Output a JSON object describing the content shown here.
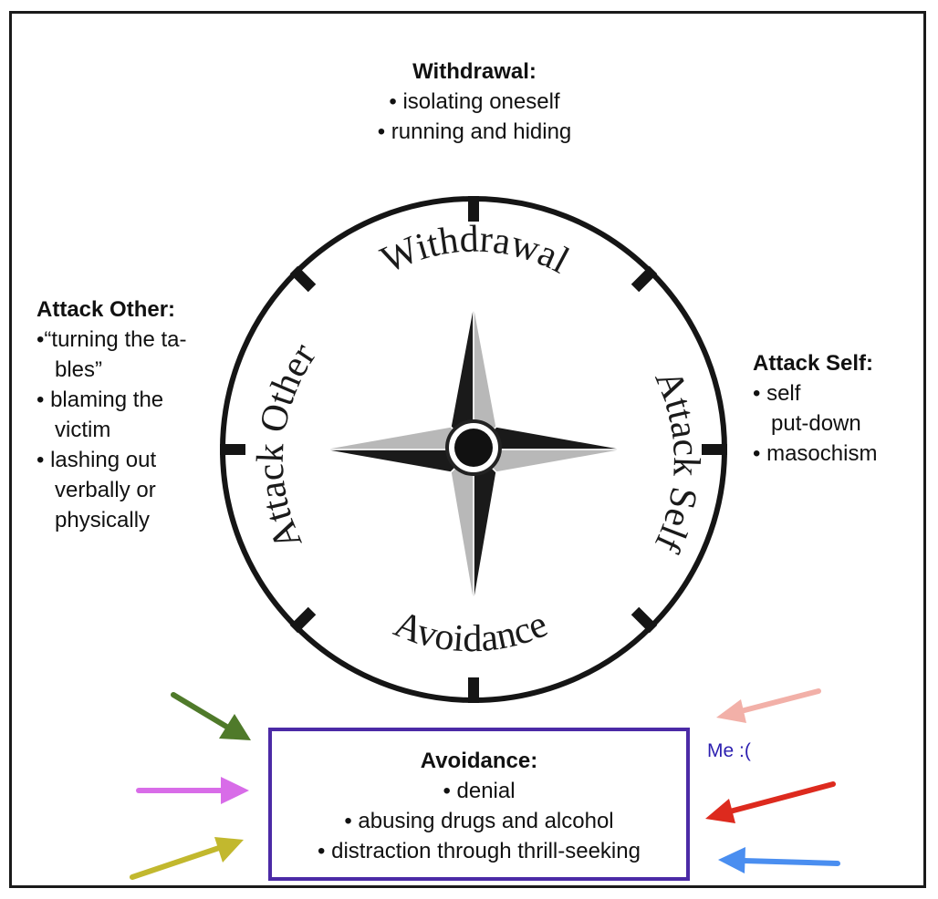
{
  "withdrawal": {
    "heading": "Withdrawal:",
    "items": [
      "• isolating oneself",
      "• running and hiding"
    ]
  },
  "attack_other": {
    "heading": "Attack Other:",
    "lines": [
      "•“turning the ta-",
      "bles”",
      "• blaming the",
      "victim",
      "• lashing out",
      "verbally or",
      "physically"
    ]
  },
  "attack_self": {
    "heading": "Attack Self:",
    "lines": [
      "• self",
      "put-down",
      "• masochism"
    ]
  },
  "avoidance": {
    "heading": "Avoidance:",
    "items": [
      "• denial",
      "• abusing drugs and alcohol",
      "• distraction through thrill-seeking"
    ]
  },
  "compass": {
    "labels": {
      "top": "Withdrawal",
      "right": "Attack Self",
      "bottom": "Avoidance",
      "left": "Attack Other"
    }
  },
  "annotation": {
    "text": "Me :("
  },
  "colors": {
    "box_border": "#4b2aa6",
    "note_text": "#2c1fb0",
    "arrows": {
      "green": "#4f7a2a",
      "magenta": "#d86ce8",
      "olive": "#c2b82e",
      "pink": "#f2b0a8",
      "red": "#dd2a1e",
      "blue": "#4a8ef0"
    }
  }
}
